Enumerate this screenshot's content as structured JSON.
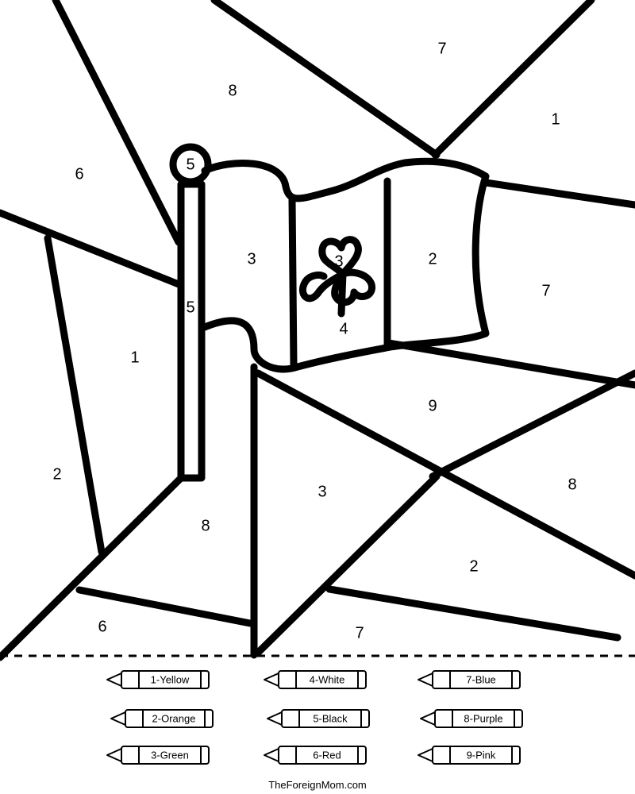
{
  "regions": [
    {
      "id": "r1",
      "number": "7"
    },
    {
      "id": "r2",
      "number": "8"
    },
    {
      "id": "r3",
      "number": "1"
    },
    {
      "id": "r4",
      "number": "6"
    },
    {
      "id": "r5",
      "number": "5"
    },
    {
      "id": "r6",
      "number": "3"
    },
    {
      "id": "r7",
      "number": "3"
    },
    {
      "id": "r8",
      "number": "2"
    },
    {
      "id": "r9",
      "number": "7"
    },
    {
      "id": "r10",
      "number": "5"
    },
    {
      "id": "r11",
      "number": "4"
    },
    {
      "id": "r12",
      "number": "1"
    },
    {
      "id": "r13",
      "number": "9"
    },
    {
      "id": "r14",
      "number": "2"
    },
    {
      "id": "r15",
      "number": "8"
    },
    {
      "id": "r16",
      "number": "3"
    },
    {
      "id": "r17",
      "number": "8"
    },
    {
      "id": "r18",
      "number": "2"
    },
    {
      "id": "r19",
      "number": "6"
    },
    {
      "id": "r20",
      "number": "7"
    }
  ],
  "legend": [
    {
      "label": "1-Yellow"
    },
    {
      "label": "2-Orange"
    },
    {
      "label": "3-Green"
    },
    {
      "label": "4-White"
    },
    {
      "label": "5-Black"
    },
    {
      "label": "6-Red"
    },
    {
      "label": "7-Blue"
    },
    {
      "label": "8-Purple"
    },
    {
      "label": "9-Pink"
    }
  ],
  "footer": "TheForeignMom.com"
}
